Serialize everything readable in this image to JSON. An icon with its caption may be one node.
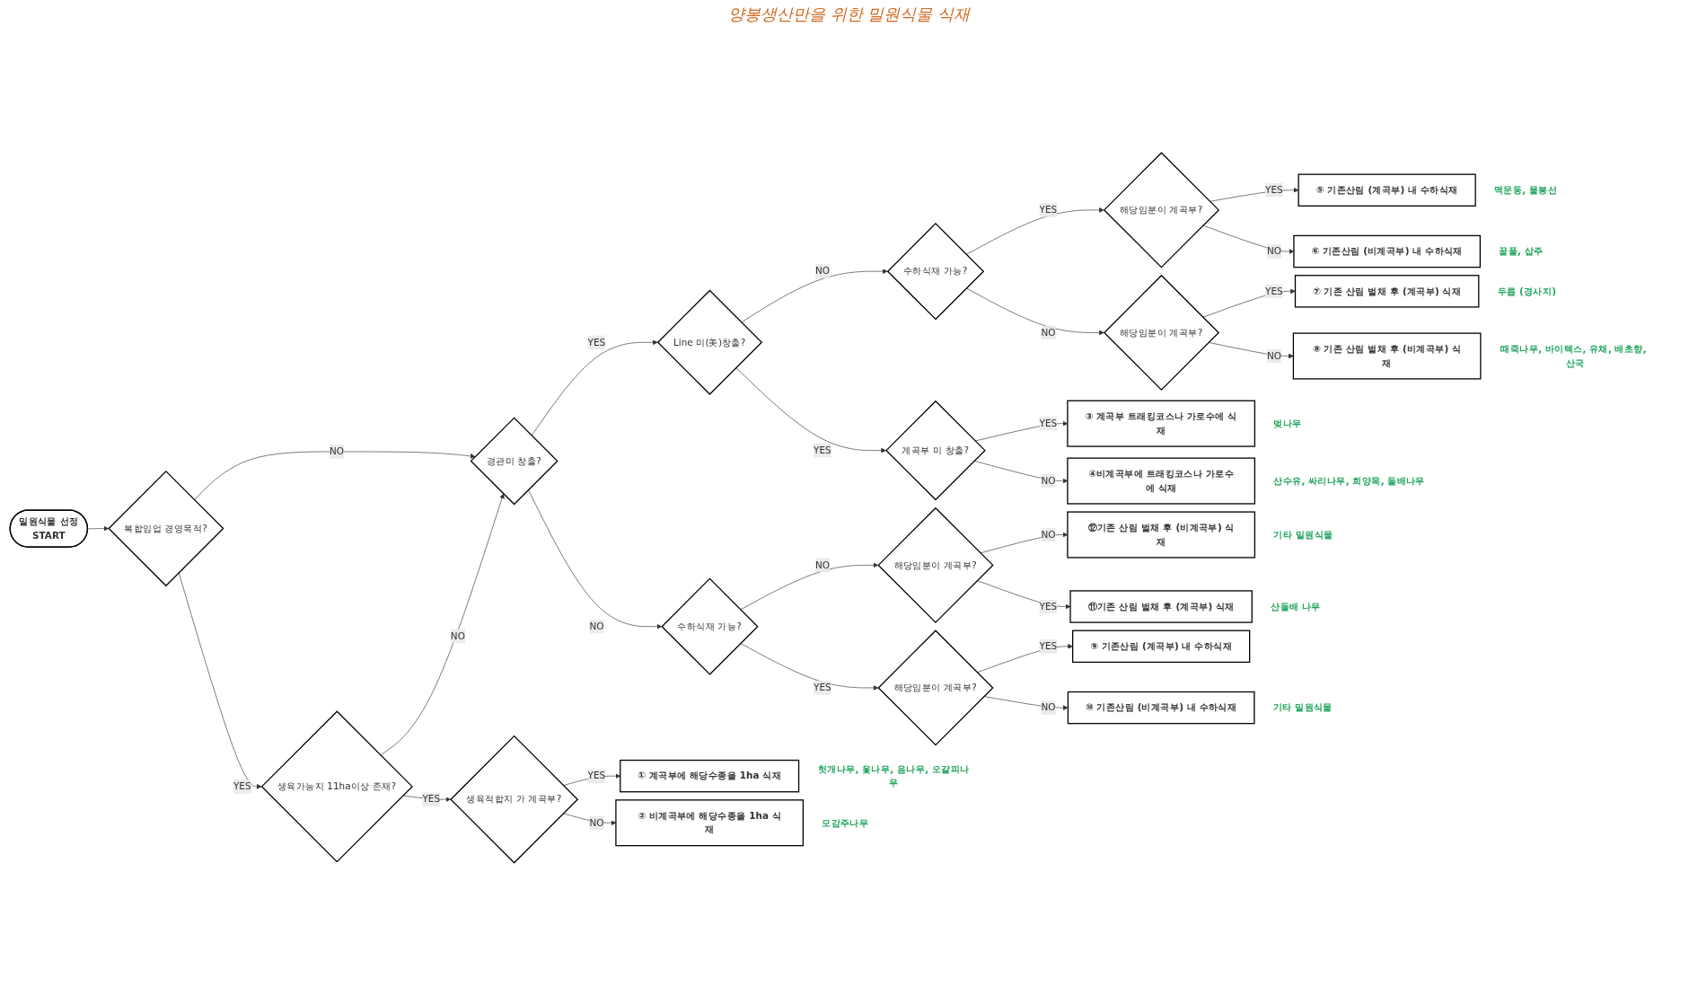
{
  "diagram": {
    "nodes": [
      {
        "text": [
          "밀원식물 선정",
          "START"
        ]
      },
      {
        "text": [
          "복합임업 경영목적?"
        ]
      },
      {
        "text": [
          "생육가능지 11ha이상 존재?"
        ]
      },
      {
        "text": [
          "생육적합지 가 계곡부?"
        ]
      },
      {
        "text": [
          "① 계곡부에 해당수종을 1ha 식재"
        ],
        "beside": [
          "헛개나무, 옻나무, 음나무, 오갈피나무"
        ]
      },
      {
        "text": [
          "② 비계곡부에 해당수종을 1ha 식재"
        ],
        "beside": [
          "모감주나무"
        ]
      },
      {
        "text": [
          "경관미 창출?"
        ]
      },
      {
        "text": [
          "Line 미(美)창출?"
        ]
      },
      {
        "text": [
          "계곡부 미 창출?"
        ]
      },
      {
        "text": [
          "③ 계곡부 트래킹코스나 가로수에 식재"
        ],
        "beside": [
          "벚나무"
        ]
      },
      {
        "text": [
          "④비계곡부에 트래킹코스나 가로수에 식재"
        ],
        "beside": [
          "산수유, 싸리나무, 회양목, 돌배나무"
        ]
      },
      {
        "text": [
          "수하식재 가능?"
        ]
      },
      {
        "text": [
          "해당임분이 계곡부?"
        ]
      },
      {
        "text": [
          "⑤ 기존산림 (계곡부) 내 수하식재"
        ],
        "beside": [
          "맥문동, 물봉선"
        ]
      },
      {
        "text": [
          "⑥ 기존산림 (비계곡부) 내 수하식재"
        ],
        "beside": [
          "꿀풀, 삽주"
        ]
      },
      {
        "text": [
          "해당임분이 계곡부?"
        ]
      },
      {
        "text": [
          "⑦ 기존 산림 벌채 후 (계곡부) 식재"
        ],
        "beside": [
          "두릅 (경사지)"
        ]
      },
      {
        "text": [
          "⑧ 기존 산림 벌채 후 (비계곡부) 식재"
        ],
        "beside": [
          "때죽나무, 바이텍스, 유채, 배초향, 산국"
        ]
      },
      {
        "text": [
          "해당임분이 계곡부?"
        ]
      },
      {
        "text": [
          "수하식재 가능?"
        ]
      },
      {
        "text": [
          "해당임분이 계곡부?"
        ]
      },
      {
        "text": [
          "⑫기존 산림 벌채 후 (비계곡부) 식재"
        ],
        "beside": [
          "기타 밀원식물"
        ]
      },
      {
        "text": [
          "⑪기존 산림 벌채 후 (계곡부) 식재"
        ],
        "beside": [
          "산돌배 나무"
        ]
      },
      {
        "text": [
          "⑨ 기존산림 (계곡부) 내 수하식재"
        ]
      },
      {
        "text": [
          "⑩ 기존산림 (비계곡부) 내 수하식재"
        ],
        "beside": [
          "기타 밀원식물"
        ]
      }
    ],
    "edges": [
      {
        "from": 0,
        "to": 1,
        "arrow": "to"
      },
      {
        "from": 1,
        "to": 2,
        "arrow": "to",
        "label": "YES"
      },
      {
        "from": 1,
        "to": 6,
        "arrow": "to",
        "label": "NO"
      },
      {
        "from": 2,
        "to": 6,
        "arrow": "to",
        "label": "NO"
      },
      {
        "from": 2,
        "to": 3,
        "arrow": "to",
        "label": "YES"
      },
      {
        "from": 3,
        "to": 4,
        "arrow": "to",
        "label": "YES"
      },
      {
        "from": 3,
        "to": 5,
        "arrow": "to",
        "label": "NO"
      },
      {
        "from": 6,
        "to": 7,
        "arrow": "to",
        "label": "YES"
      },
      {
        "from": 6,
        "to": 19,
        "arrow": "to",
        "label": "NO"
      },
      {
        "from": 7,
        "to": 8,
        "arrow": "to",
        "label": "YES"
      },
      {
        "from": 7,
        "to": 11,
        "arrow": "to",
        "label": "NO"
      },
      {
        "from": 8,
        "to": 9,
        "arrow": "to",
        "label": "YES"
      },
      {
        "from": 8,
        "to": 10,
        "arrow": "to",
        "label": "NO"
      },
      {
        "from": 11,
        "to": 12,
        "arrow": "to",
        "label": "YES"
      },
      {
        "from": 11,
        "to": 15,
        "arrow": "to",
        "label": "NO"
      },
      {
        "from": 12,
        "to": 13,
        "arrow": "to",
        "label": "YES"
      },
      {
        "from": 12,
        "to": 14,
        "arrow": "to",
        "label": "NO"
      },
      {
        "from": 15,
        "to": 16,
        "arrow": "to",
        "label": "YES"
      },
      {
        "from": 15,
        "to": 17,
        "arrow": "to",
        "label": "NO"
      },
      {
        "from": 19,
        "to": 18,
        "arrow": "to",
        "label": "NO"
      },
      {
        "from": 19,
        "to": 20,
        "arrow": "to",
        "label": "YES"
      },
      {
        "from": 18,
        "to": 22,
        "arrow": "to",
        "label": "YES"
      },
      {
        "from": 18,
        "to": 21,
        "arrow": "to",
        "label": "NO"
      },
      {
        "from": 20,
        "to": 23,
        "arrow": "to",
        "label": "YES"
      },
      {
        "from": 20,
        "to": 24,
        "arrow": "to",
        "label": "NO"
      }
    ],
    "labels": [
      "양봉생산만을 위한 밀원식물 식재"
    ]
  }
}
